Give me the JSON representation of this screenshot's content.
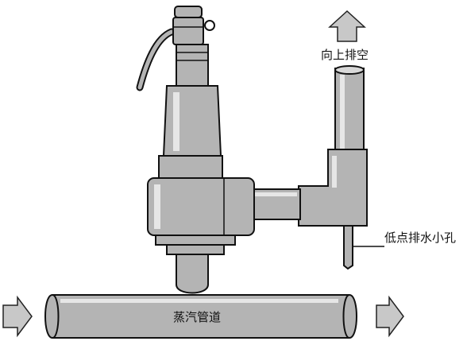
{
  "labels": {
    "vent_up": "向上排空",
    "drain_hole": "低点排水小孔",
    "steam_pipe": "蒸汽管道"
  },
  "colors": {
    "metal": "#b4b4b4",
    "metal_dark": "#9c9c9c",
    "highlight": "#e6e6e6",
    "arrow_fill": "#c8c8c8",
    "outline": "#111111"
  },
  "icons": {
    "up_arrow": "up-arrow-icon",
    "inflow_arrow": "right-arrow-icon",
    "outflow_arrow": "right-arrow-icon"
  }
}
